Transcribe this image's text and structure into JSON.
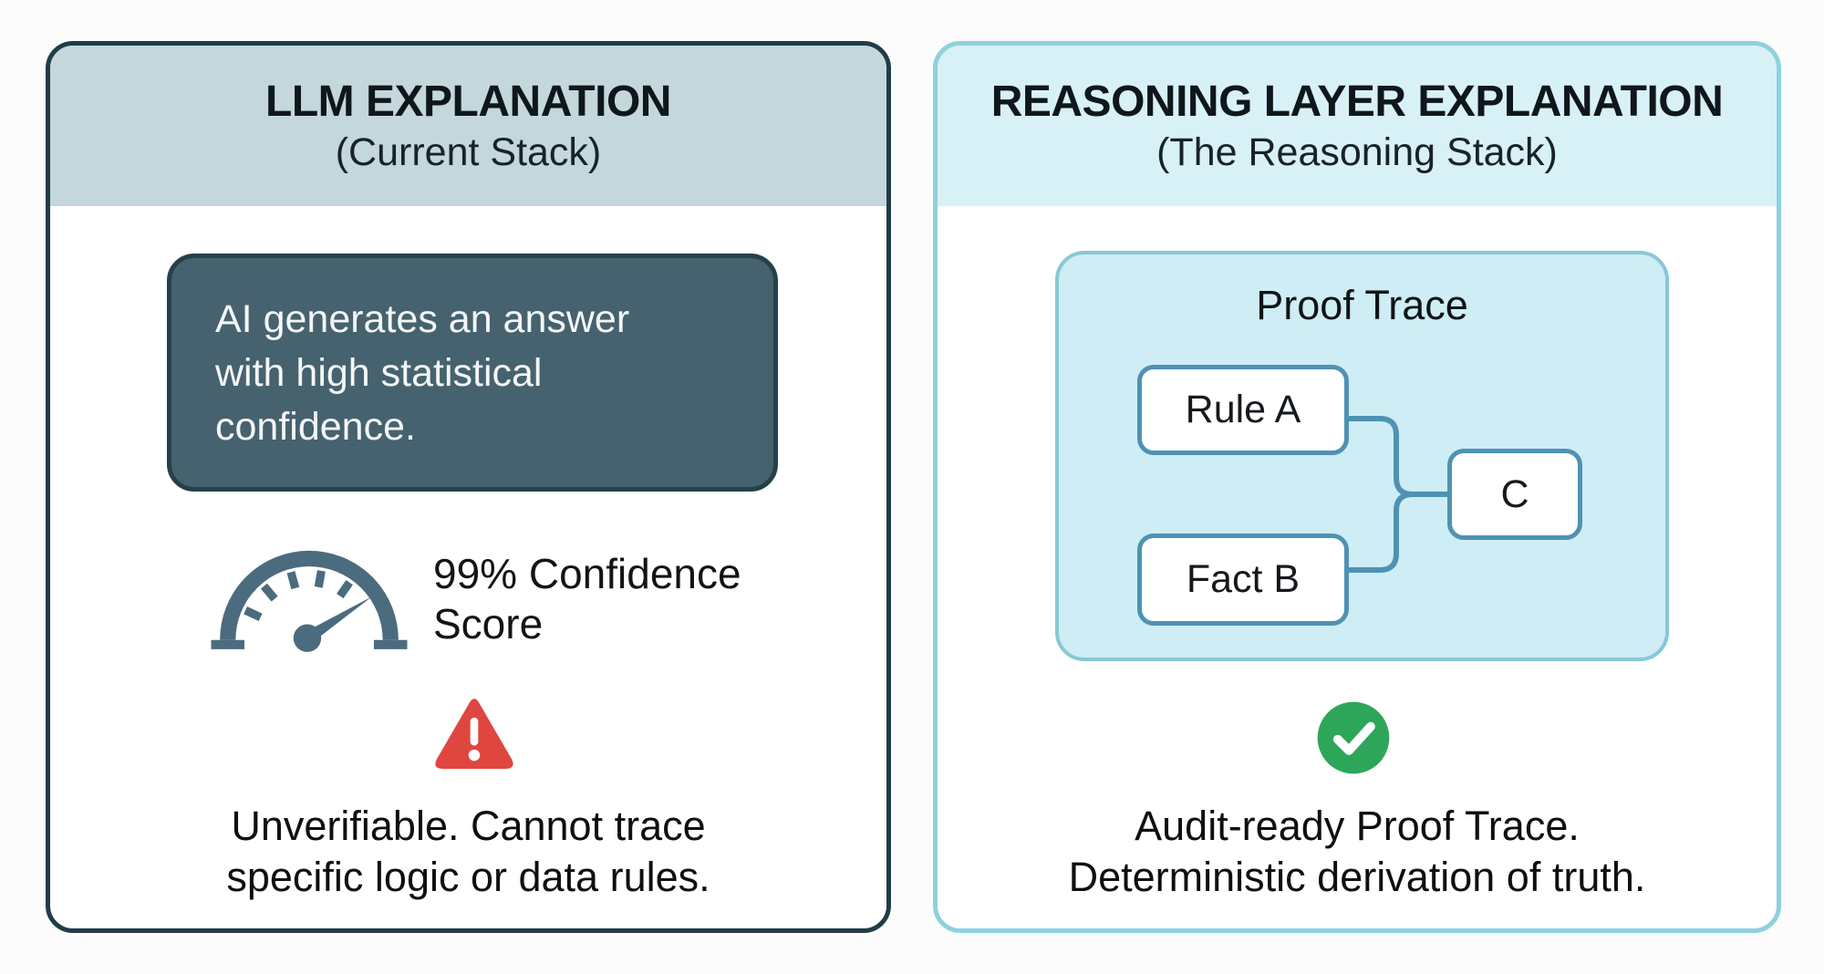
{
  "page": {
    "background": "#fcfcfc"
  },
  "left_panel": {
    "title": "LLM EXPLANATION",
    "subtitle": "(Current Stack)",
    "header_bg": "#c3d7dc",
    "border_color": "#203d47",
    "statement_bg": "#46626e",
    "statement_lines": [
      "AI generates an answer",
      "with high statistical",
      "confidence."
    ],
    "gauge_icon": "speedometer-gauge-icon",
    "gauge_color": "#4b6b7e",
    "confidence_lines": [
      "99% Confidence",
      "Score"
    ],
    "warning_icon": "warning-triangle-icon",
    "warning_color": "#e04640",
    "caption_lines": [
      "Unverifiable. Cannot trace",
      "specific logic or data rules."
    ]
  },
  "right_panel": {
    "title": "REASONING LAYER EXPLANATION",
    "subtitle": "(The Reasoning Stack)",
    "header_bg": "#d8f1f6",
    "border_color": "#8ed1dc",
    "proof_trace": {
      "title": "Proof Trace",
      "box_bg": "#cfedf4",
      "box_border": "#87c9d6",
      "node_border": "#4e92b4",
      "connector_color": "#4e92b4",
      "nodes": [
        {
          "label": "Rule A"
        },
        {
          "label": "Fact B"
        },
        {
          "label": "C"
        }
      ]
    },
    "check_icon": "check-circle-icon",
    "check_color": "#2ea65a",
    "caption_lines": [
      "Audit-ready Proof Trace.",
      "Deterministic derivation of truth."
    ]
  }
}
